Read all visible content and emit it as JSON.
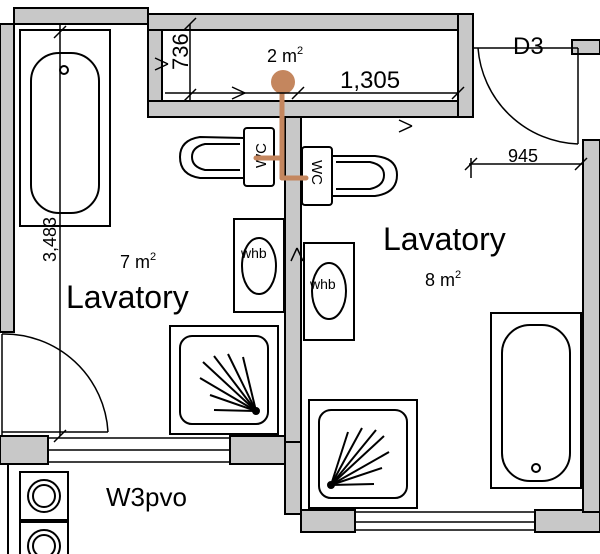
{
  "rooms": {
    "left": {
      "name": "Lavatory",
      "area": "7 m",
      "area_sup": "2"
    },
    "right": {
      "name": "Lavatory",
      "area": "8 m",
      "area_sup": "2"
    },
    "shaft": {
      "area": "2 m",
      "area_sup": "2"
    },
    "bottom": {
      "name": "W3pvo"
    }
  },
  "labels": {
    "door": "D3",
    "wc_left": "WC",
    "wc_right": "WC",
    "whb_left": "whb",
    "whb_right": "whb"
  },
  "dimensions": {
    "shaft_height": "736",
    "shaft_width": "1,305",
    "right_room_width": "945",
    "left_room_height": "3,483"
  },
  "colors": {
    "wall_fill": "#c8c8c8",
    "line": "#000000",
    "pipe": "#c4865e"
  }
}
